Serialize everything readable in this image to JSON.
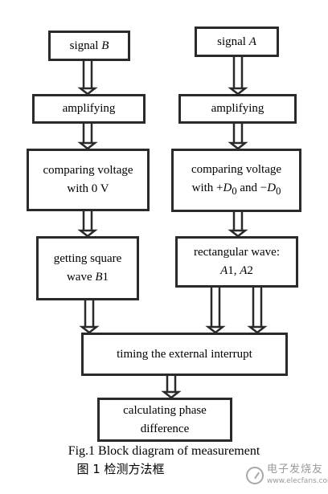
{
  "diagram": {
    "nodes": {
      "signal_b": {
        "label": "signal ",
        "var": "B"
      },
      "amp_b": {
        "label": "amplifying"
      },
      "cmp_b": {
        "line1": "comparing voltage",
        "line2": "with 0 V"
      },
      "square_b": {
        "line1": "getting square",
        "line2_a": "wave ",
        "line2_var": "B",
        "line2_b": "1"
      },
      "signal_a": {
        "label": "signal ",
        "var": "A"
      },
      "amp_a": {
        "label": "amplifying"
      },
      "cmp_a": {
        "line1": "comparing voltage",
        "l2_a": "with +",
        "l2_var1": "D",
        "l2_sub1": "0",
        "l2_b": " and −",
        "l2_var2": "D",
        "l2_sub2": "0"
      },
      "rect_a": {
        "line1": "rectangular wave:",
        "v1": "A",
        "n1": "1",
        "sep": ", ",
        "v2": "A",
        "n2": "2"
      },
      "timing": {
        "label": "timing the external interrupt"
      },
      "phase": {
        "line1": "calculating phase",
        "line2": "difference"
      }
    },
    "edges": [
      {
        "from": "signal_b",
        "to": "amp_b"
      },
      {
        "from": "amp_b",
        "to": "cmp_b"
      },
      {
        "from": "cmp_b",
        "to": "square_b"
      },
      {
        "from": "square_b",
        "to": "timing"
      },
      {
        "from": "signal_a",
        "to": "amp_a"
      },
      {
        "from": "amp_a",
        "to": "cmp_a"
      },
      {
        "from": "cmp_a",
        "to": "rect_a"
      },
      {
        "from": "rect_a",
        "to": "timing"
      },
      {
        "from": "rect_a",
        "to": "timing"
      },
      {
        "from": "timing",
        "to": "phase"
      }
    ]
  },
  "captions": {
    "english": "Fig.1 Block diagram of measurement",
    "chinese": "图 1  检测方法框"
  },
  "watermark": {
    "brand": "电子发烧友",
    "url": "www.elecfans.com"
  }
}
